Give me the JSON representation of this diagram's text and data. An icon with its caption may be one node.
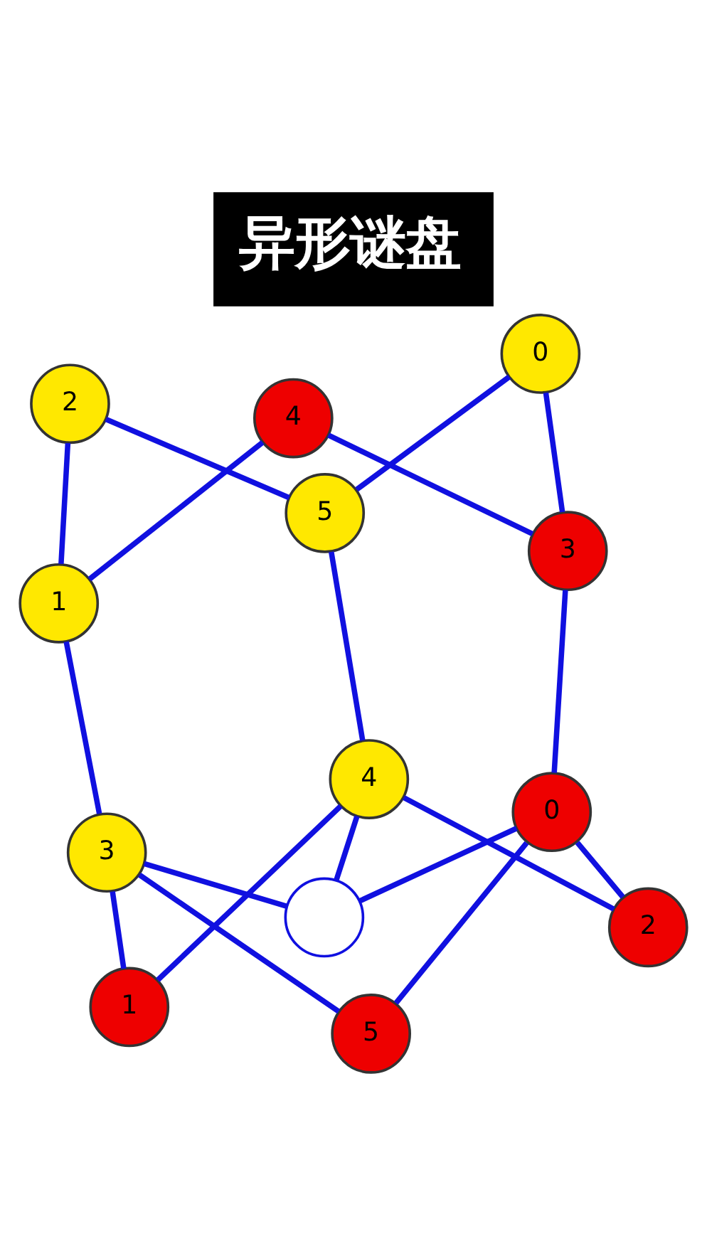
{
  "diagram": {
    "title": "异形谜盘",
    "nodes": [
      {
        "text": [
          "2"
        ]
      },
      {
        "text": [
          "5"
        ]
      },
      {
        "text": [
          "1"
        ]
      },
      {
        "text": [
          "4"
        ]
      },
      {
        "text": [
          "1"
        ]
      },
      {
        "text": [
          "3"
        ]
      },
      {
        "text": [],
        "shape": "circle"
      },
      {
        "text": [
          "2"
        ]
      },
      {
        "text": [
          "0"
        ]
      },
      {
        "text": [
          "5"
        ]
      },
      {
        "text": [
          "0"
        ]
      },
      {
        "text": [
          "4"
        ]
      },
      {
        "text": [
          "3"
        ]
      }
    ],
    "edges": [
      {
        "from": 0,
        "to": 1,
        "arrow": "none"
      },
      {
        "from": 1,
        "to": 8,
        "arrow": "none"
      },
      {
        "from": 8,
        "to": 12,
        "arrow": "none"
      },
      {
        "from": 12,
        "to": 11,
        "arrow": "none"
      },
      {
        "from": 11,
        "to": 4,
        "arrow": "none"
      },
      {
        "from": 4,
        "to": 0,
        "arrow": "none"
      },
      {
        "from": 4,
        "to": 5,
        "arrow": "none"
      },
      {
        "from": 1,
        "to": 3,
        "arrow": "none"
      },
      {
        "from": 12,
        "to": 10,
        "arrow": "none"
      },
      {
        "from": 2,
        "to": 3,
        "arrow": "none"
      },
      {
        "from": 3,
        "to": 7,
        "arrow": "none"
      },
      {
        "from": 7,
        "to": 10,
        "arrow": "none"
      },
      {
        "from": 10,
        "to": 9,
        "arrow": "none"
      },
      {
        "from": 9,
        "to": 5,
        "arrow": "none"
      },
      {
        "from": 5,
        "to": 2,
        "arrow": "none"
      },
      {
        "from": 6,
        "to": 5,
        "arrow": "none"
      },
      {
        "from": 6,
        "to": 3,
        "arrow": "none"
      },
      {
        "from": 6,
        "to": 10,
        "arrow": "none"
      }
    ]
  }
}
